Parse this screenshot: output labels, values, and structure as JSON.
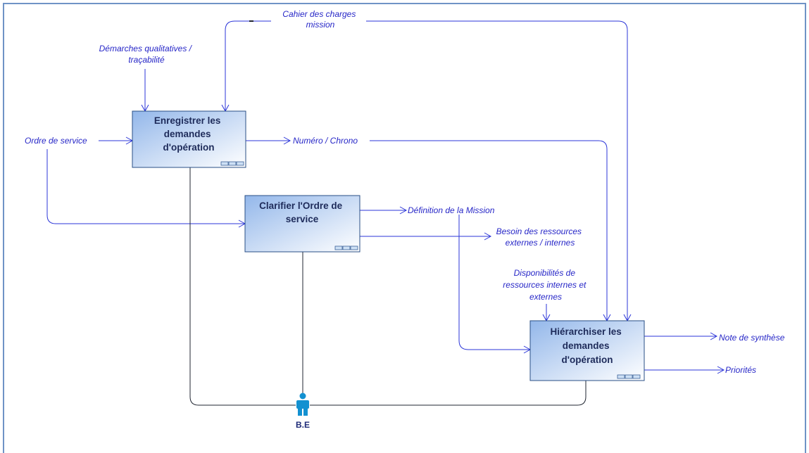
{
  "activities": [
    {
      "id": "a1",
      "title_lines": [
        "Enregistrer les",
        "demandes",
        "d'opération"
      ]
    },
    {
      "id": "a2",
      "title_lines": [
        "Clarifier l'Ordre de",
        "service"
      ]
    },
    {
      "id": "a3",
      "title_lines": [
        "Hiérarchiser les",
        "demandes",
        "d'opération"
      ]
    }
  ],
  "labels": {
    "cahier": [
      "Cahier des charges",
      "mission"
    ],
    "demarches": [
      "Démarches qualitatives /",
      "traçabilité"
    ],
    "ordre": [
      "Ordre de service"
    ],
    "numero": [
      "Numéro / Chrono"
    ],
    "definition": [
      "Définition de la Mission"
    ],
    "besoin": [
      "Besoin des ressources",
      "externes / internes"
    ],
    "dispo": [
      "Disponibilités de",
      "ressources internes et",
      "externes"
    ],
    "note": [
      "Note de synthèse"
    ],
    "priorites": [
      "Priorités"
    ]
  },
  "actor": {
    "label": "B.E"
  },
  "colors": {
    "flow": "#2b35d8",
    "mechanism": "#1f2530",
    "box_fill_start": "#93b7ea",
    "box_fill_end": "#ffffff",
    "box_border": "#2a4f86",
    "actor": "#1391d1",
    "label": "#2626c7"
  }
}
